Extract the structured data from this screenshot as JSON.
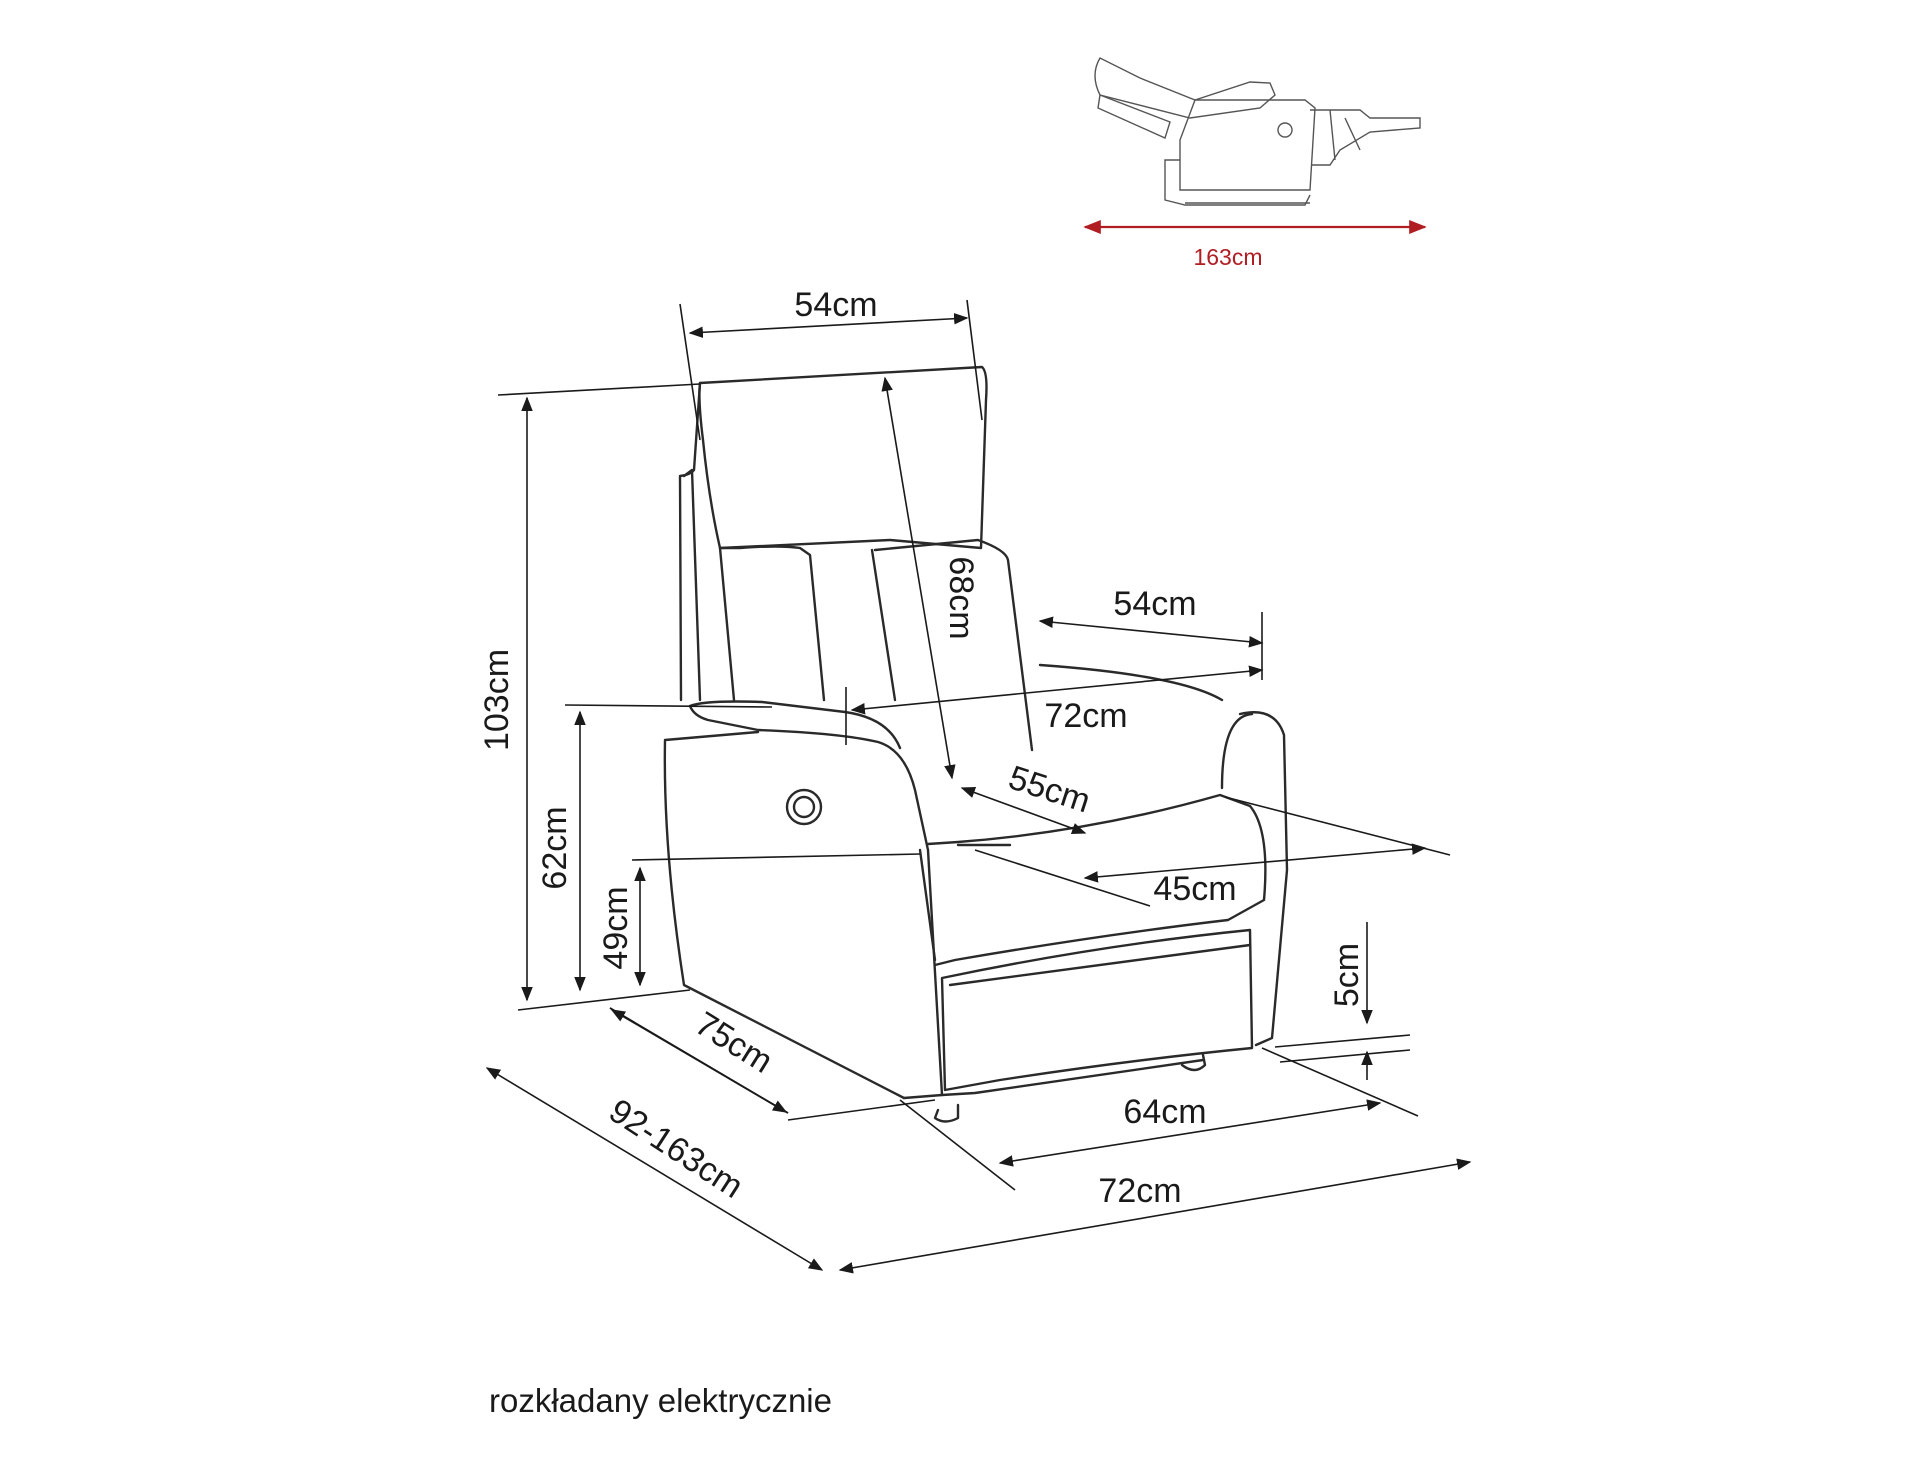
{
  "caption": "rozkładany elektrycznie",
  "reclined_view": {
    "length_label": "163cm",
    "arrow_color": "#b01e23"
  },
  "dimensions": {
    "top_width": "54cm",
    "backrest_height": "68cm",
    "armrest_width": "54cm",
    "seat_width": "72cm",
    "total_height": "103cm",
    "armrest_height": "62cm",
    "seat_height": "49cm",
    "seat_depth": "55cm",
    "seat_inner_width": "45cm",
    "leg_height": "5cm",
    "depth": "75cm",
    "depth_reclined": "92-163cm",
    "front_width": "64cm",
    "total_width": "72cm"
  },
  "icons": [
    "reclined-chair-icon",
    "armchair-drawing",
    "power-button-icon"
  ]
}
